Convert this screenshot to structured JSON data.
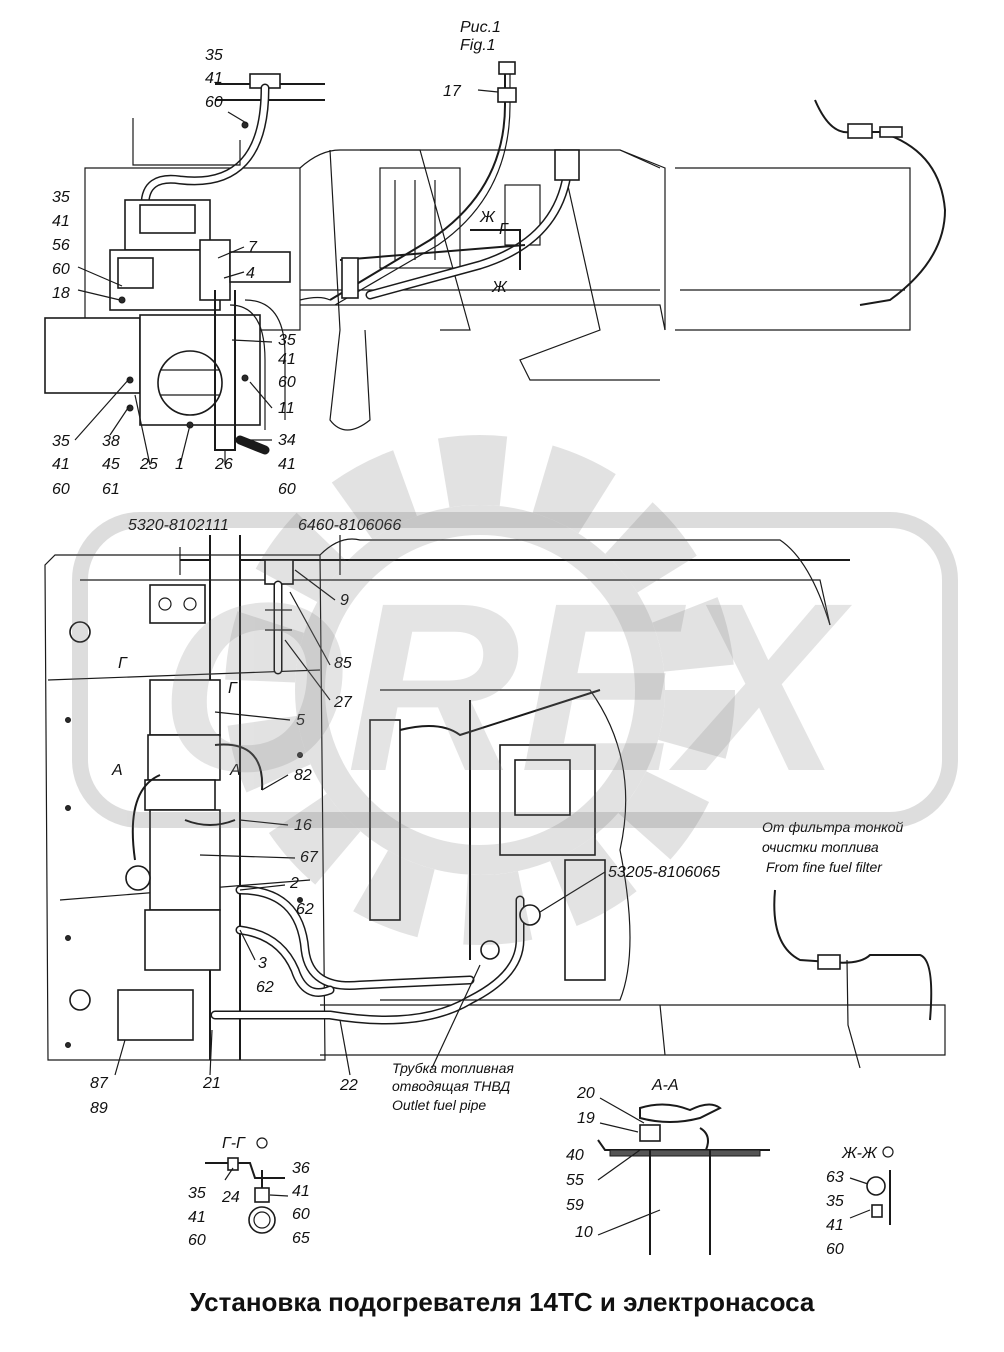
{
  "figure": {
    "caption_ru": "Рис.1",
    "caption_en": "Fig.1"
  },
  "title": "Установка подогревателя 14ТС и электронасоса",
  "watermark": "OREX",
  "labels": {
    "top": {
      "a35": "35",
      "a41": "41",
      "a60": "60",
      "n17": "17",
      "b35": "35",
      "b41": "41",
      "b56": "56",
      "b60": "60",
      "b18": "18",
      "n7": "7",
      "n4": "4",
      "c35": "35",
      "c41": "41",
      "c60": "60",
      "n11": "11",
      "n34": "34",
      "d41": "41",
      "d60": "60",
      "e35": "35",
      "e41": "41",
      "e60": "60",
      "n38": "38",
      "n45": "45",
      "n61": "61",
      "n25": "25",
      "n1": "1",
      "n26": "26",
      "zh1": "Ж",
      "g1": "Г",
      "zh2": "Ж"
    },
    "bottom": {
      "pn1": "5320-8102111",
      "pn2": "6460-8106066",
      "n9": "9",
      "n85": "85",
      "n27": "27",
      "n5": "5",
      "g2": "Г",
      "g3": "Г",
      "a1": "А",
      "a2": "А",
      "n82": "82",
      "n16": "16",
      "n67": "67",
      "n2": "2",
      "f62": "62",
      "n3": "3",
      "g62": "62",
      "pn3": "53205-8106065",
      "n87": "87",
      "n89": "89",
      "n21": "21",
      "n22": "22",
      "note_ru_1": "От фильтра тонкой",
      "note_ru_2": "очистки топлива",
      "note_en": "From fine fuel filter",
      "pipe_ru_1": "Трубка топливная",
      "pipe_ru_2": "отводящая ТНВД",
      "pipe_en": "Outlet fuel pipe"
    },
    "section_gg": {
      "title": "Г-Г",
      "s36": "36",
      "s41": "41",
      "s60": "60",
      "s65": "65",
      "s35": "35",
      "s24": "24",
      "t41": "41",
      "t60": "60"
    },
    "section_aa": {
      "title": "А-А",
      "s20": "20",
      "s19": "19",
      "s40": "40",
      "s55": "55",
      "s59": "59",
      "s10": "10"
    },
    "section_zhzh": {
      "title": "Ж-Ж",
      "s63": "63",
      "s35": "35",
      "s41": "41",
      "s60": "60"
    }
  }
}
